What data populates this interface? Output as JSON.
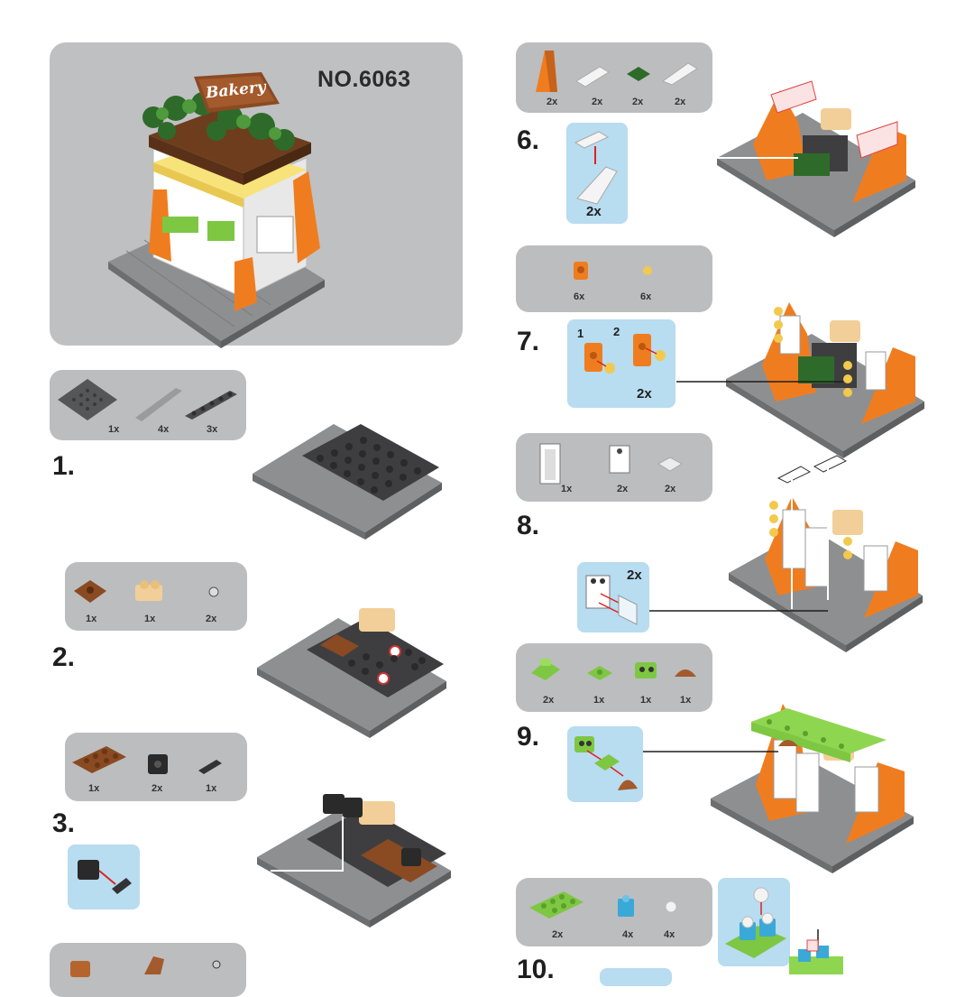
{
  "product_number": "NO.6063",
  "sign_text": "Bakery",
  "steps": [
    {
      "number": "1.",
      "parts": [
        {
          "qty": "1x"
        },
        {
          "qty": "4x"
        },
        {
          "qty": "3x"
        }
      ]
    },
    {
      "number": "2.",
      "parts": [
        {
          "qty": "1x"
        },
        {
          "qty": "1x"
        },
        {
          "qty": "2x"
        }
      ]
    },
    {
      "number": "3.",
      "parts": [
        {
          "qty": "1x"
        },
        {
          "qty": "2x"
        },
        {
          "qty": "1x"
        }
      ]
    },
    {
      "number": "6.",
      "parts": [
        {
          "qty": "2x"
        },
        {
          "qty": "2x"
        },
        {
          "qty": "2x"
        },
        {
          "qty": "2x"
        }
      ],
      "callout_qty": "2x"
    },
    {
      "number": "7.",
      "parts": [
        {
          "qty": "6x"
        },
        {
          "qty": "6x"
        }
      ],
      "callout_qty": "2x",
      "sub_labels": [
        "1",
        "2"
      ]
    },
    {
      "number": "8.",
      "parts": [
        {
          "qty": "1x"
        },
        {
          "qty": "2x"
        },
        {
          "qty": "2x"
        }
      ],
      "callout_qty": "2x"
    },
    {
      "number": "9.",
      "parts": [
        {
          "qty": "2x"
        },
        {
          "qty": "1x"
        },
        {
          "qty": "1x"
        },
        {
          "qty": "1x"
        }
      ]
    },
    {
      "number": "10.",
      "parts": [
        {
          "qty": "2x"
        },
        {
          "qty": "4x"
        },
        {
          "qty": "4x"
        }
      ]
    }
  ],
  "colors": {
    "panel": "#bcbdbf",
    "callout": "#b8dcf0",
    "baseplate": "#8e8f91",
    "dark_stud": "#3a3a3a",
    "orange": "#ef7d1f",
    "brown": "#8a4a22",
    "tan": "#f2cf98",
    "green": "#7ec743",
    "dark_green": "#2e6b2a"
  }
}
